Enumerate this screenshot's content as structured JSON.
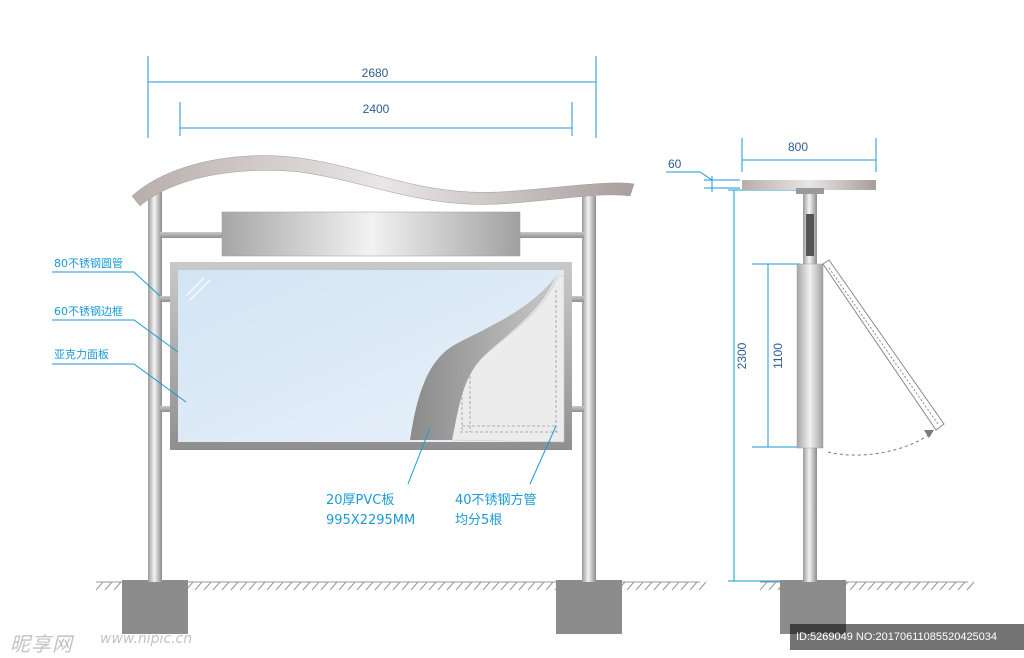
{
  "dimensions": {
    "overall_width": "2680",
    "panel_width": "2400",
    "side_depth": "800",
    "top_thickness": "60",
    "overall_height": "2300",
    "panel_height": "1100"
  },
  "callouts": {
    "round_tube": "80不锈钢圆管",
    "frame": "60不锈钢边框",
    "acrylic": "亚克力面板",
    "pvc_line1": "20厚PVC板",
    "pvc_line2": "995X2295MM",
    "square_tube_line1": "40不锈钢方管",
    "square_tube_line2": "均分5根"
  },
  "watermark": {
    "logo": "昵享网",
    "site": "www.nipic.cn",
    "id_text": "ID:5269049 NO:20170611085520425034"
  },
  "colors": {
    "dimension_line": "#1a9ad6",
    "steel_light": "#eeeeee",
    "steel_dark": "#9a9a9a",
    "glass": "#dbe9f6",
    "concrete": "#8c8c8c"
  }
}
